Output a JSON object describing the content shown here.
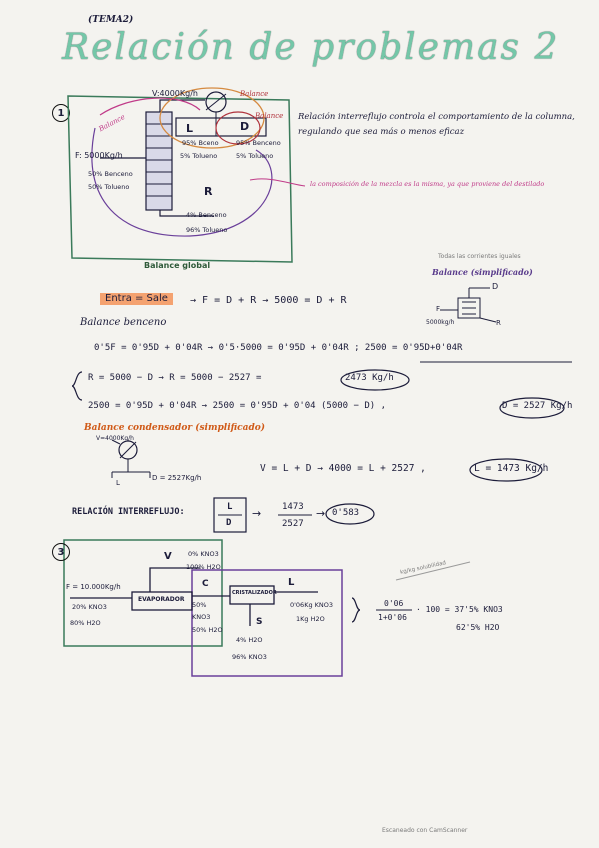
{
  "header": {
    "tema": "(TEMA2)",
    "title": "Relación de problemas 2"
  },
  "problem1": {
    "number": "1",
    "diagram": {
      "vapor": "V:4000Kg/h",
      "balance_label_top": "Balance",
      "balance_label_left": "Balance",
      "balance_label_right": "Balance",
      "L": "L",
      "D": "D",
      "dist_benceno": "95% Benceno",
      "dist_tolueno": "5% Tolueno",
      "L_benceno": "95% Bceno",
      "L_tolueno": "5% Tolueno",
      "feed": "F: 5000Kg/h",
      "feed_benceno": "50% Benceno",
      "feed_tolueno": "50% Tolueno",
      "R": "R",
      "R_benceno": "4% Benceno",
      "R_tolueno": "96% Tolueno",
      "caption": "Balance global"
    },
    "note1": "Relación interreflujo controla el comportamiento de la columna, regulando que sea más o menos eficaz",
    "note2": "la composición de la mezcla es la misma, ya que proviene del destilado",
    "side_label": "Todas las corrientes iguales",
    "side_title": "Balance (simplificado)",
    "side_D": "D",
    "side_F": "F",
    "side_R": "R",
    "side_feed": "5000kg/h",
    "entra_sale": "Entra = Sale",
    "eq1": "→ F = D + R → 5000 = D + R",
    "balance_benceno": "Balance benceno",
    "eq2": "0'5F = 0'95D + 0'04R → 0'5·5000 = 0'95D + 0'04R ; 2500 = 0'95D+0'04R",
    "eq3a": "R = 5000 − D →  R = 5000 − 2527 =",
    "eq3a_result": "2473 Kg/h",
    "eq3b": "2500 = 0'95D + 0'04R → 2500 = 0'95D + 0'04 (5000 − D) ,",
    "eq3b_result": "D = 2527 Kg/h",
    "cond_title": "Balance condensador (simplificado)",
    "cond_V": "V=4000Kg/h",
    "cond_L": "L",
    "cond_D": "D = 2527Kg/h",
    "eq4": "V = L + D → 4000 = L + 2527 ,",
    "eq4_result": "L = 1473 Kg/h",
    "relacion_label": "RELACIÓN INTERREFLUJO:",
    "ratio_num": "L",
    "ratio_den": "D",
    "ratio_val_num": "1473",
    "ratio_val_den": "2527",
    "ratio_result": "0'583"
  },
  "problem3": {
    "number": "3",
    "V": "V",
    "V_kno3": "0% KNO3",
    "V_h2o": "100% H2O",
    "F": "F = 10.000Kg/h",
    "F_kno3": "20% KNO3",
    "F_h2o": "80% H2O",
    "evaporador": "EVAPORADOR",
    "C": "C",
    "C_kno3": "50%",
    "C_kno3_2": "KNO3",
    "C_h2o": "50% H2O",
    "cristalizador": "CRISTALIZADOR",
    "L": "L",
    "L_kno3": "0'06Kg KNO3",
    "L_h2o": "1Kg H2O",
    "S": "S",
    "S_h2o": "4% H2O",
    "S_kno3": "96% KNO3",
    "faint_note": "kg/kg solubilidad",
    "calc_num": "0'06",
    "calc_den": "1+0'06",
    "calc_rest": "· 100 = 37'5% KNO3",
    "calc_h2o": "62'5% H2O"
  },
  "footer": "Escaneado con CamScanner",
  "colors": {
    "green_box": "#3a7a5a",
    "purple_box": "#6a3f9a",
    "red": "#b0323c",
    "pink": "#c03a88",
    "orange": "#f4a270",
    "title": "#74c7a8"
  }
}
